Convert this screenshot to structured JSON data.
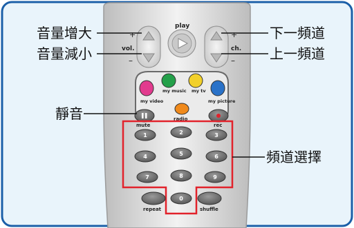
{
  "colors": {
    "frame_border": "#1b5fa8",
    "frame_fill": "#e9f4fb",
    "remote_body": "#dcdcdc",
    "remote_panel": "#6a6a6a",
    "highlight": "#e2222b",
    "leader_line": "#111111"
  },
  "callouts": {
    "volume_up": "音量增大",
    "volume_down": "音量減小",
    "channel_down": "下一頻道",
    "channel_up": "上一頻道",
    "mute": "靜音",
    "channel_select": "頻道選擇"
  },
  "remote": {
    "vol_label": "vol.",
    "ch_label": "ch.",
    "play_label": "play",
    "plus_sign": "+",
    "minus_sign": "–",
    "my_music": "my music",
    "my_tv": "my tv",
    "my_video": "my video",
    "my_picture": "my picture",
    "mute_label": "mute",
    "radio_label": "radio",
    "rec_label": "rec",
    "digits": [
      "1",
      "2",
      "3",
      "4",
      "5",
      "6",
      "7",
      "8",
      "9",
      "0"
    ],
    "repeat_label": "repeat",
    "shuffle_label": "shuffle",
    "icons": {
      "volume_up": "triangle-up-icon",
      "volume_down": "triangle-down-icon",
      "play": "play-triangle-icon",
      "channel_up": "triangle-up-icon",
      "channel_down": "triangle-down-icon",
      "mute": "pause-bars-icon",
      "rec": "red-dot-icon"
    }
  }
}
